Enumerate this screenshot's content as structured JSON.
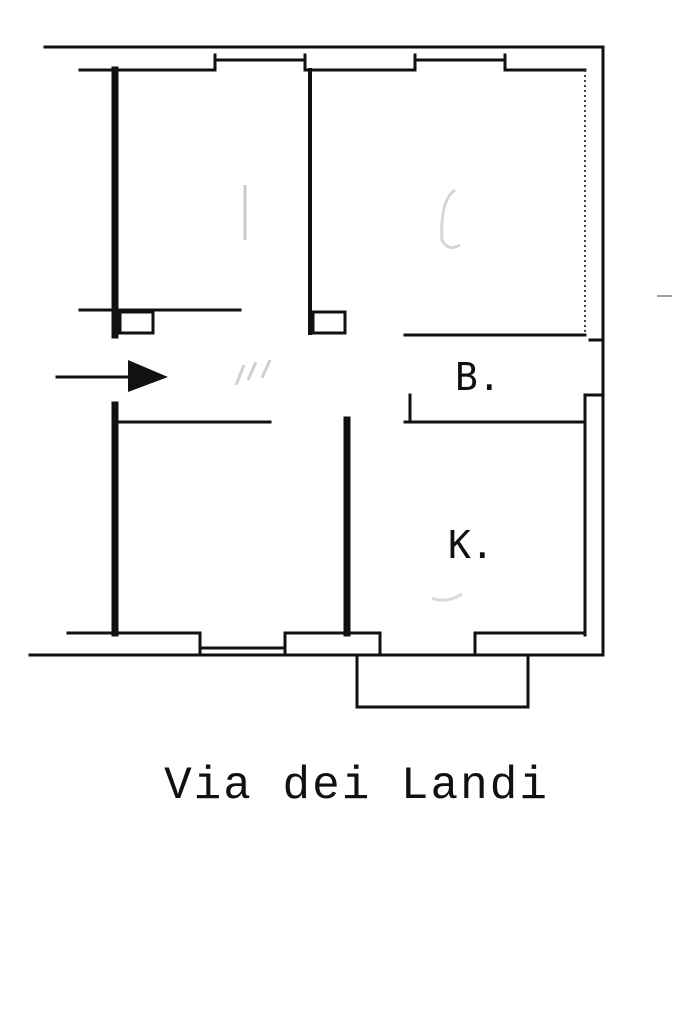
{
  "plan": {
    "labels": {
      "bathroom": "B.",
      "kitchen": "K."
    },
    "street_name": "Via dei Landi",
    "colors": {
      "ink": "#111111",
      "background": "#ffffff"
    },
    "icons": {
      "entrance": "arrow-right-icon"
    }
  }
}
